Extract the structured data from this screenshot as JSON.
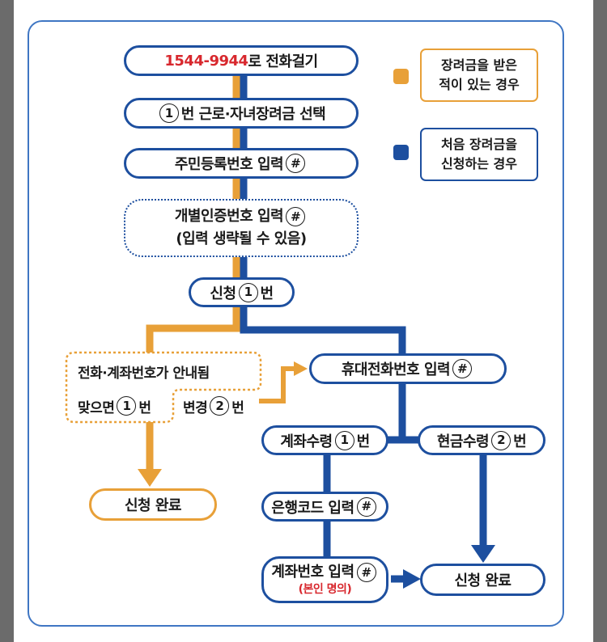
{
  "colors": {
    "orange": "#e8a038",
    "blue": "#1d4f9f",
    "red": "#d8282e",
    "frame_blue": "#3f76c3"
  },
  "legend": {
    "existing": "장려금을 받은\n적이 있는 경우",
    "first_time": "처음 장려금을\n신청하는 경우"
  },
  "nodes": {
    "call_number": "1544-9944",
    "call_suffix": "로 전화걸기",
    "select_mark": "1",
    "select_text": "번 근로·자녀장려금 선택",
    "resident_text": "주민등록번호 입력",
    "resident_mark": "#",
    "auth_line1_text": "개별인증번호 입력",
    "auth_mark": "#",
    "auth_line2": "(입력 생략될 수 있음)",
    "apply_prefix": "신청",
    "apply_mark": "1",
    "apply_suffix": "번",
    "announce_line1": "전화·계좌번호가 안내됨",
    "announce_line2_prefix": "맞으면",
    "announce_mark1": "1",
    "announce_suffix1": "번",
    "change_prefix": "변경",
    "change_mark": "2",
    "change_suffix": "번",
    "phone_text": "휴대전화번호 입력",
    "phone_mark": "#",
    "account_receive_prefix": "계좌수령",
    "account_receive_mark": "1",
    "account_receive_suffix": "번",
    "cash_receive_prefix": "현금수령",
    "cash_receive_mark": "2",
    "cash_receive_suffix": "번",
    "bank_code_text": "은행코드 입력",
    "bank_code_mark": "#",
    "account_no_text": "계좌번호 입력",
    "account_no_mark": "#",
    "account_no_note": "(본인 명의)",
    "complete_orange": "신청 완료",
    "complete_blue": "신청 완료"
  }
}
